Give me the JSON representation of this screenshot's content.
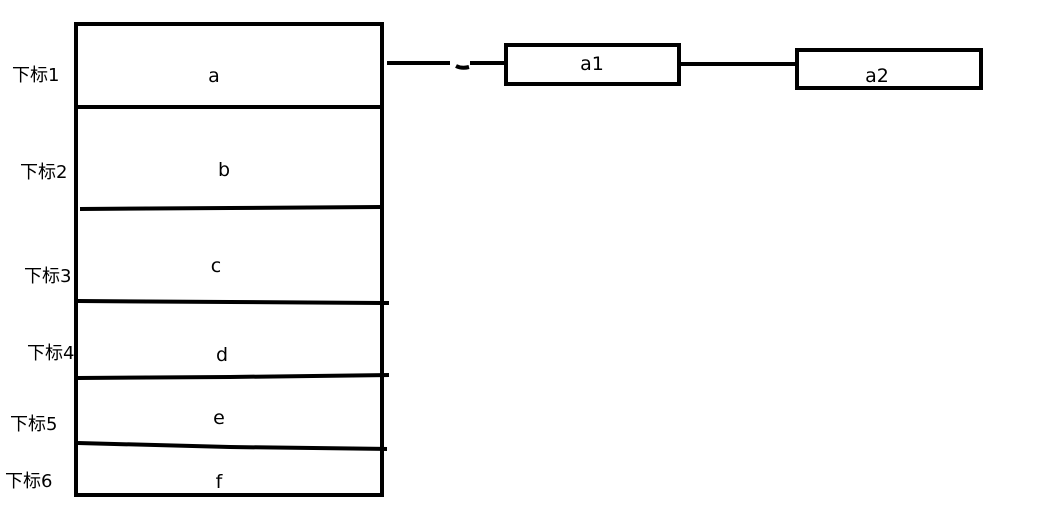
{
  "array": {
    "cells": [
      {
        "index_label": "下标1",
        "value": "a"
      },
      {
        "index_label": "下标2",
        "value": "b"
      },
      {
        "index_label": "下标3",
        "value": "c"
      },
      {
        "index_label": "下标4",
        "value": "d"
      },
      {
        "index_label": "下标5",
        "value": "e"
      },
      {
        "index_label": "下标6",
        "value": "f"
      }
    ]
  },
  "chain": {
    "nodes": [
      {
        "value": "a1"
      },
      {
        "value": "a2"
      }
    ]
  },
  "colors": {
    "stroke": "#000000",
    "background": "#ffffff"
  }
}
